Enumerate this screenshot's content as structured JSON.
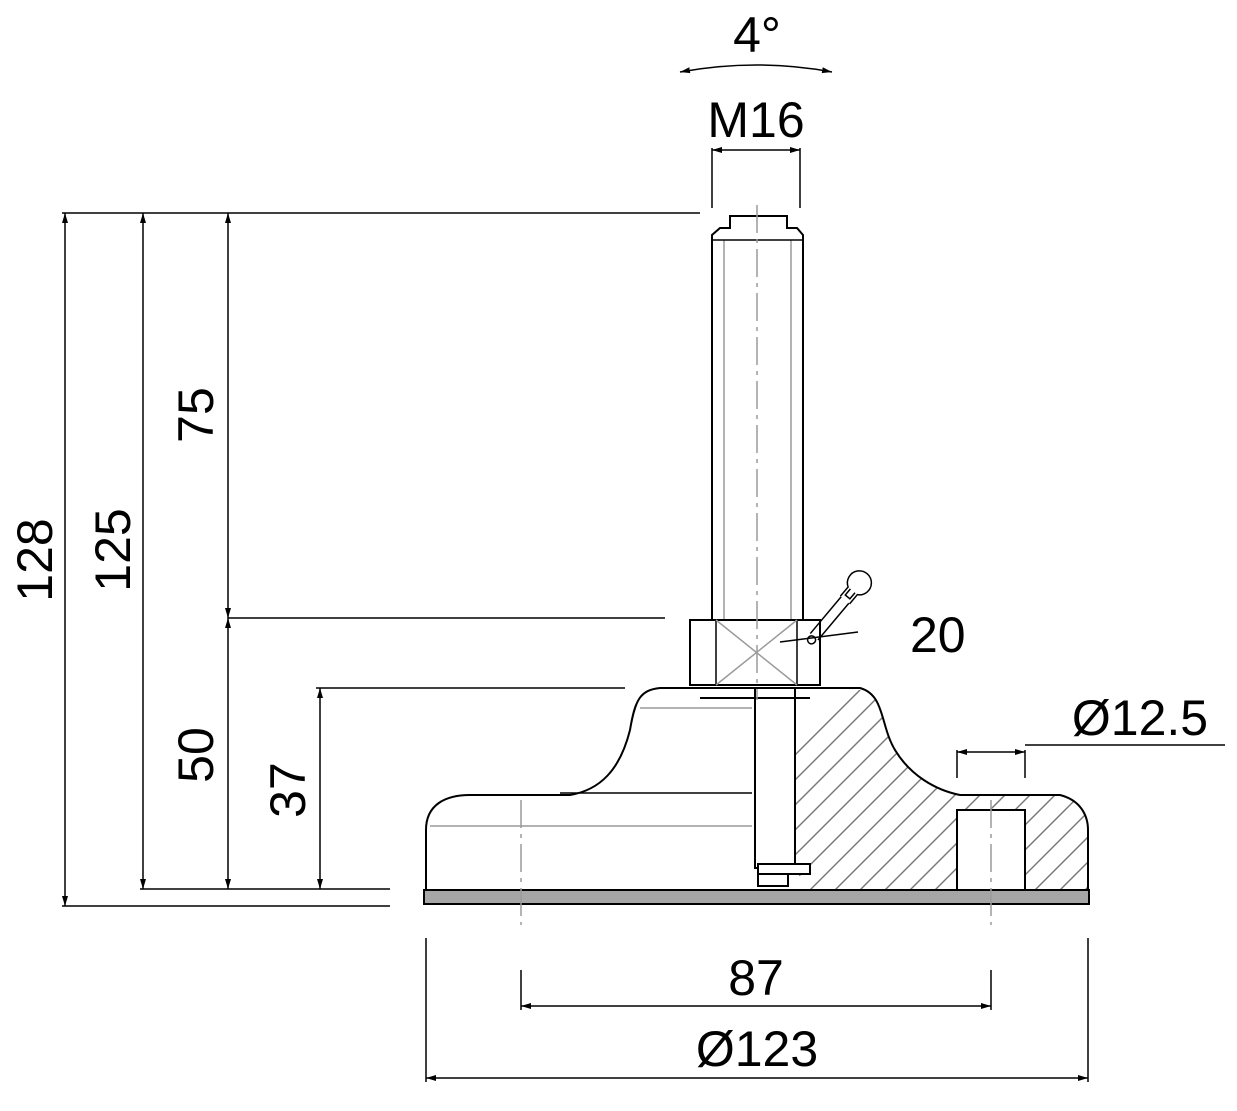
{
  "dimensions": {
    "tilt_angle": "4°",
    "thread": "M16",
    "overall_height_max": "128",
    "overall_height": "125",
    "thread_length": "75",
    "nut_height": "50",
    "base_height": "37",
    "wrench_size": "20",
    "hole_diameter": "Ø12.5",
    "hole_spacing": "87",
    "base_diameter": "Ø123"
  },
  "icons": {
    "wrench": "wrench-icon"
  },
  "colors": {
    "line": "#000000",
    "hidden": "#9a9a9a",
    "pad": "#a6a6a6"
  }
}
